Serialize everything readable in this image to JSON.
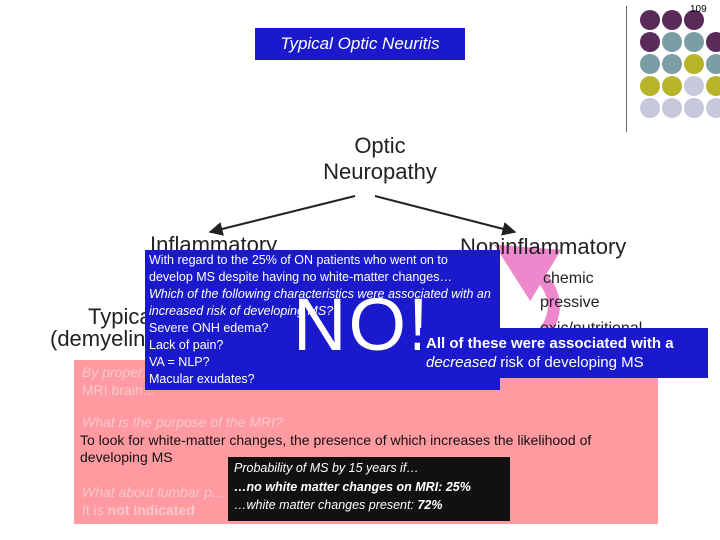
{
  "slide_number": "109",
  "title": "Typical Optic Neuritis",
  "optic_neuropathy": {
    "line1": "Optic",
    "line2": "Neuropathy"
  },
  "inflammatory": "Inflammatory",
  "noninflammatory": "Noninflammatory",
  "typical_partial": "Typica",
  "demyelinating_partial": "(demyelina",
  "ischemic_partial": "chemic",
  "compressive_partial": "pressive",
  "nutritional_partial": "oxic/nutritional",
  "faded_mri_line1": "By proper...",
  "faded_mri_line2": "MRI brain...",
  "faded_mri_question": "What is the purpose of the MRI?",
  "mri_answer": "To look for white-matter changes, the presence of which increases the likelihood of developing MS",
  "faded_lumbar": "What about lumbar p...",
  "faded_not_indicated_prefix": "It is",
  "faded_not_indicated_strong": "not indicated",
  "question": {
    "intro": "With regard to the 25% of ON patients who went on to develop MS despite having no white-matter changes…",
    "which": "Which of the following characteristics were associated with an increased risk of developing MS?",
    "items": [
      "Severe ONH edema?",
      "Lack of pain?",
      "VA = NLP?",
      "Macular exudates?"
    ],
    "no": "NO!"
  },
  "answer": {
    "line1": "All of these were associated with a",
    "line2_emph": "decreased",
    "line2_rest": " risk of developing MS"
  },
  "probability": {
    "header": "Probability of MS by 15 years if…",
    "row1_prefix": "…no white matter changes on MRI: ",
    "row1_value": "25%",
    "row2_prefix": "…white matter changes present: ",
    "row2_value": "72%"
  },
  "colors": {
    "title_bg": "#1a1acc",
    "pink_panel": "#ff9aa0",
    "purple_dot": "#5a2a5a",
    "teal_dot": "#7a9ea4",
    "olive_dot": "#b8b42a",
    "lavender_dot": "#c8c8dc",
    "arrow_pink": "#ee88cc",
    "arrow_purple": "#b070c8"
  }
}
